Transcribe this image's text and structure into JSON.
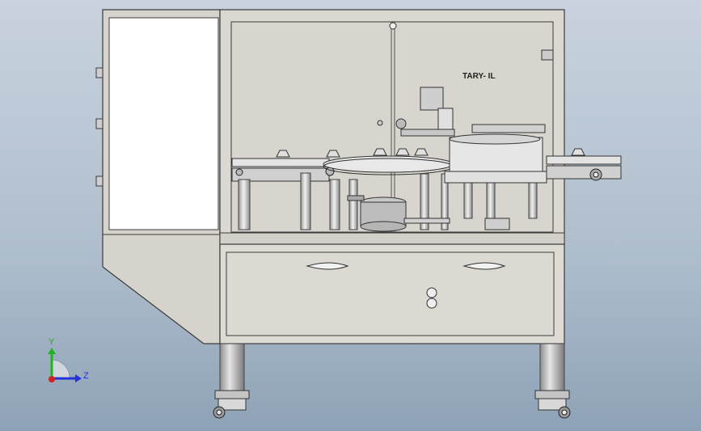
{
  "model": {
    "plate_text": "TARY- IL"
  },
  "triad": {
    "y_label": "Y",
    "z_label": "Z",
    "colors": {
      "y": "#21b321",
      "z": "#2432d6",
      "x": "#d42020"
    }
  },
  "colors": {
    "background_top": "#c9d3df",
    "background_bottom": "#8ea2b7",
    "frame": "#d9d6d0",
    "edge": "#3b3b3b"
  }
}
